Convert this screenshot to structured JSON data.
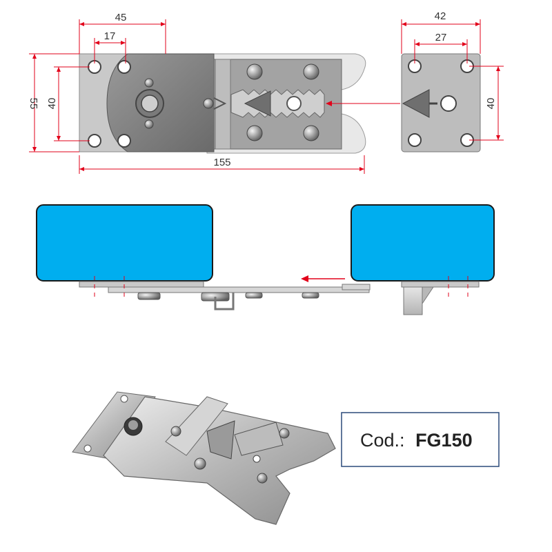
{
  "dimensions": {
    "width_45": "45",
    "width_17": "17",
    "width_155": "155",
    "height_55": "55",
    "height_40_left": "40",
    "width_42": "42",
    "width_27": "27",
    "height_40_right": "40"
  },
  "product_code": {
    "prefix": "Cod.:",
    "code": "FG150"
  },
  "colors": {
    "dimension_line": "#e2001a",
    "panel_fill": "#00aeef",
    "metal_light": "#c8c8c8",
    "metal_dark": "#7a7a7a",
    "code_box_border": "#2b4a7a"
  }
}
